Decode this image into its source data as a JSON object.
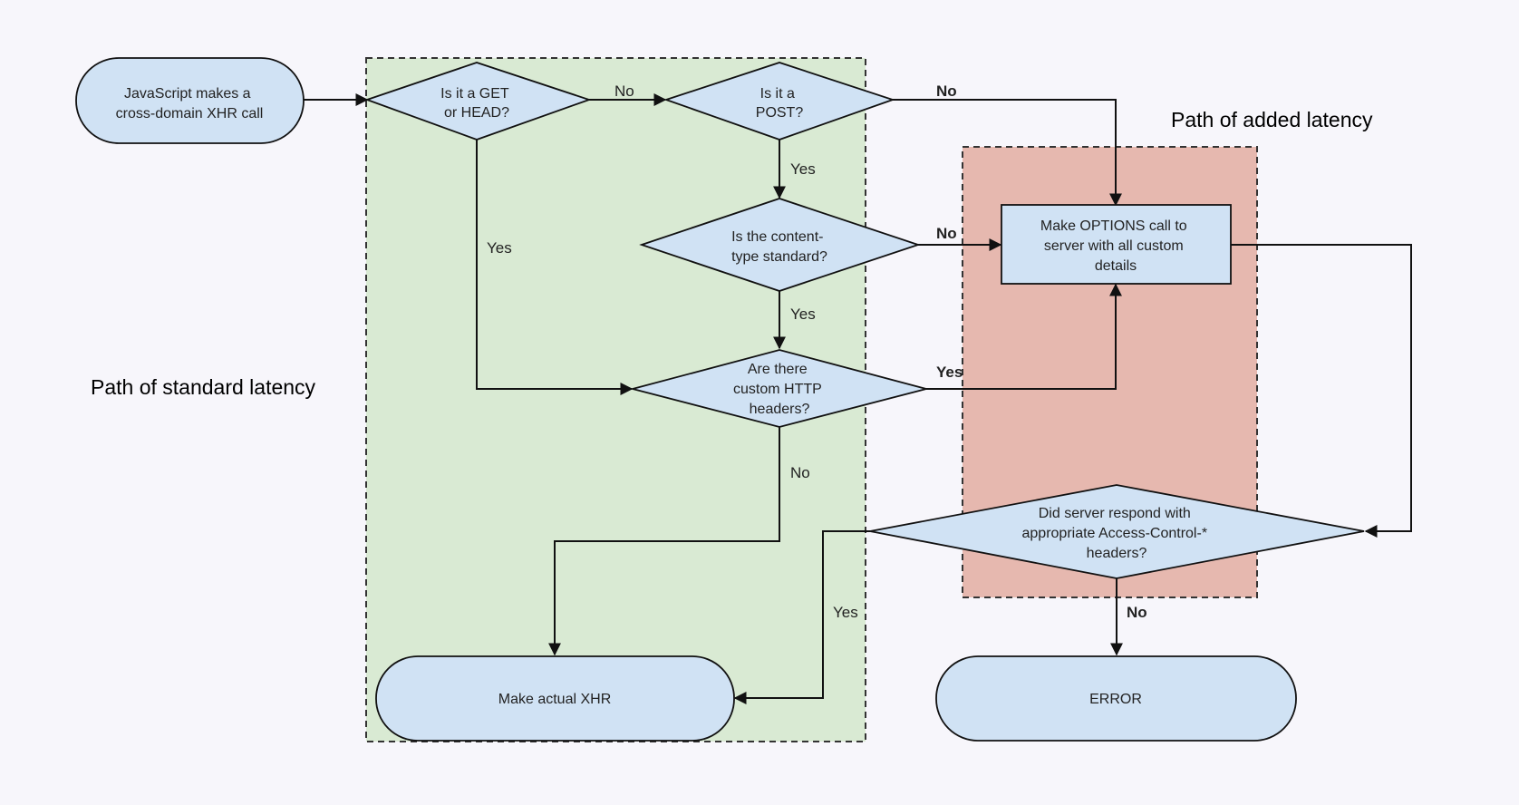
{
  "colors": {
    "background": "#f7f6fb",
    "node_fill": "#d0e2f4",
    "standard_region": "#d9ead3",
    "added_region": "#e6b8af",
    "line": "#111111"
  },
  "regions": {
    "standard": {
      "label": "Path of standard latency"
    },
    "added": {
      "label": "Path of added latency"
    }
  },
  "nodes": {
    "start": {
      "lines": [
        "JavaScript makes a",
        "cross-domain XHR call"
      ]
    },
    "get_head": {
      "lines": [
        "Is it a GET",
        "or HEAD?"
      ]
    },
    "post": {
      "lines": [
        "Is it a",
        "POST?"
      ]
    },
    "content_type": {
      "lines": [
        "Is the content-",
        "type standard?"
      ]
    },
    "custom_headers": {
      "lines": [
        "Are there",
        "custom HTTP",
        "headers?"
      ]
    },
    "options_call": {
      "lines": [
        "Make OPTIONS call to",
        "server with all custom",
        "details"
      ]
    },
    "server_respond": {
      "lines": [
        "Did server respond with",
        "appropriate Access-Control-*",
        "headers?"
      ]
    },
    "make_xhr": {
      "lines": [
        "Make actual XHR"
      ]
    },
    "error": {
      "lines": [
        "ERROR"
      ]
    }
  },
  "edge_labels": {
    "get_no": "No",
    "get_yes": "Yes",
    "post_yes": "Yes",
    "post_no": "No",
    "content_yes": "Yes",
    "content_no": "No",
    "headers_yes": "Yes",
    "headers_no": "No",
    "respond_yes": "Yes",
    "respond_no": "No"
  }
}
